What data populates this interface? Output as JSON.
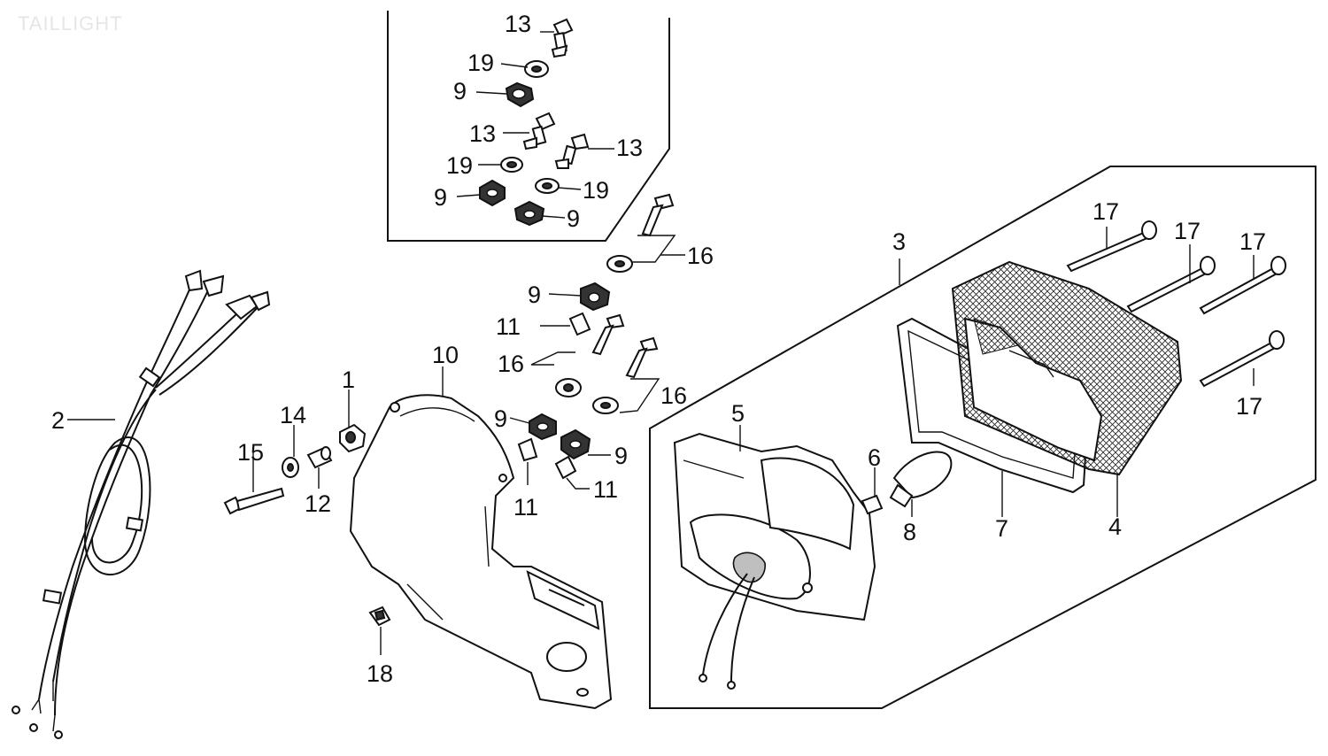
{
  "watermark": "TAILLIGHT",
  "callouts": {
    "n1": "1",
    "n2": "2",
    "n3": "3",
    "n4": "4",
    "n5": "5",
    "n6": "6",
    "n7": "7",
    "n8": "8",
    "n9": "9",
    "n10": "10",
    "n11": "11",
    "n12": "12",
    "n13": "13",
    "n14": "14",
    "n15": "15",
    "n16": "16",
    "n17": "17",
    "n18": "18",
    "n19": "19"
  }
}
